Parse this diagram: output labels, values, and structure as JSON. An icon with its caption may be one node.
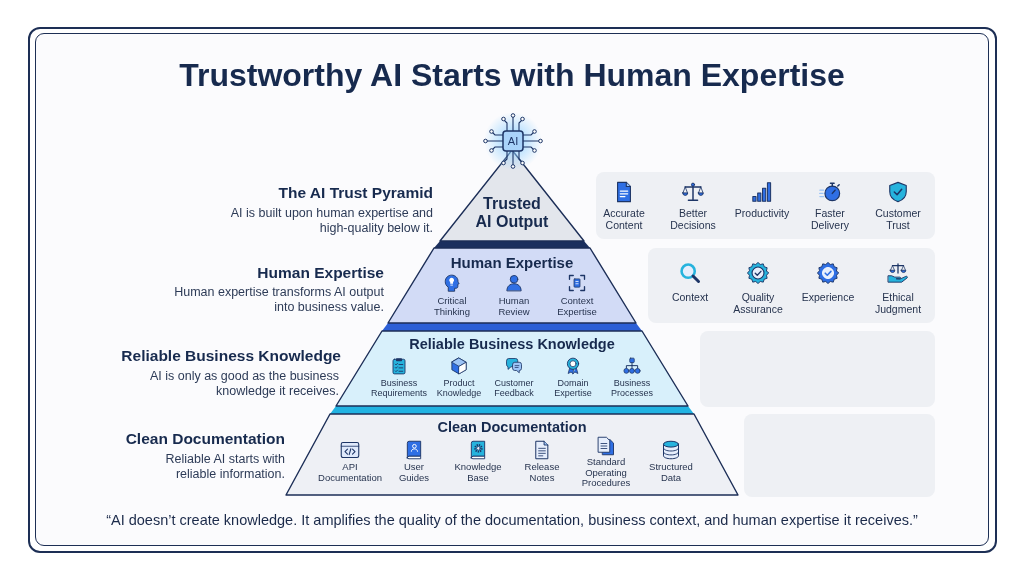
{
  "diagram": {
    "title": "Trustworthy AI Starts with Human Expertise",
    "caption": "“AI doesn’t create knowledge. It amplifies the quality of the documentation, business context, and human expertise it receives.”",
    "nodes": [
      {
        "text": [
          "AI"
        ]
      },
      {
        "text": [
          "Trusted AI Output"
        ],
        "beside": [
          "The AI Trust Pyramid",
          "AI is built upon human expertise and high-quality below it."
        ]
      },
      {
        "text": [
          "Accurate Content",
          "Better Decisions",
          "Productivity",
          "Faster Delivery",
          "Customer Trust"
        ]
      },
      {
        "text": [
          "Human Expertise",
          "Critical Thinking",
          "Human Review",
          "Context Expertise"
        ],
        "beside": [
          "Human Expertise",
          "Human expertise transforms AI output into business value."
        ]
      },
      {
        "text": [
          "Context",
          "Quality Assurance",
          "Experience",
          "Ethical Judgment"
        ]
      },
      {
        "text": [
          "Reliable Business Knowledge",
          "Business Requirements",
          "Product Knowledge",
          "Customer Feedback",
          "Domain Expertise",
          "Business Processes"
        ],
        "beside": [
          "Reliable Business Knowledge",
          "AI is only as good as the business knowledge it receives."
        ]
      },
      {
        "text": [],
        "shape": "box"
      },
      {
        "text": [
          "Clean Documentation",
          "API Documentation",
          "User Guides",
          "Knowledge Base",
          "Release Notes",
          "Standard Operating Procedures",
          "Structured Data"
        ],
        "beside": [
          "Clean Documentation",
          "Reliable AI starts with reliable information."
        ]
      },
      {
        "text": [],
        "shape": "box"
      }
    ]
  }
}
